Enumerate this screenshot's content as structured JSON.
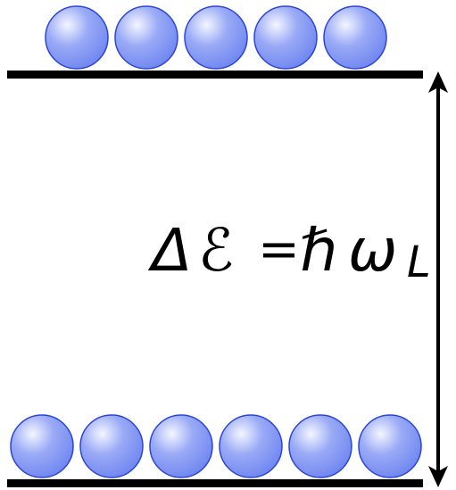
{
  "diagram": {
    "formula": {
      "delta": "Δ",
      "energy": "ℰ",
      "equals": "=",
      "hbar": "ℏ",
      "omega": "ω",
      "subscript": "L"
    },
    "upper_level": {
      "particle_count": 5
    },
    "lower_level": {
      "particle_count": 6
    }
  },
  "colors": {
    "line": "#000000",
    "particle_fill": "#6f86f0",
    "particle_highlight": "#f4f6ff",
    "particle_stroke": "#2b45d8"
  },
  "icons": {
    "particle": "sphere",
    "arrow": "double-headed-arrow"
  }
}
